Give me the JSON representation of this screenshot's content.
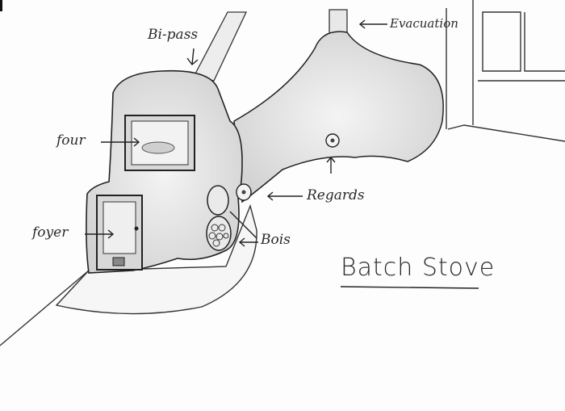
{
  "title": "Batch Stove",
  "labels": {
    "bypass": "Bi-pass",
    "evacuation": "Evacuation",
    "four": "four",
    "foyer": "foyer",
    "regards": "Regards",
    "bois": "Bois"
  },
  "colors": {
    "stroke": "#333333",
    "shade": "#e4e4e4",
    "paper": "#fdfdfd"
  }
}
